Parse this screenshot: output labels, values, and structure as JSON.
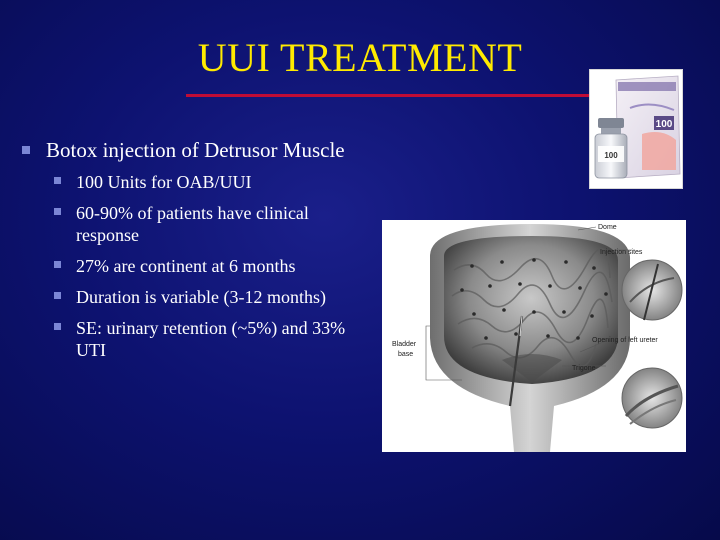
{
  "slide": {
    "title": "UUI TREATMENT",
    "colors": {
      "title": "#ffea00",
      "rule": "#c00c36",
      "text": "#ffffff",
      "bullet": "#7b86d6"
    }
  },
  "bullets": {
    "main": "Botox injection of Detrusor Muscle",
    "sub": [
      "100 Units for OAB/UUI",
      "60-90% of patients have clinical response",
      "27% are continent at 6 months",
      "Duration is variable (3-12 months)",
      "SE: urinary retention (~5%) and 33% UTI"
    ]
  },
  "product_photo": {
    "box_text": "100",
    "vial_text": "100"
  },
  "diagram": {
    "labels": {
      "dome": "Dome",
      "injection_sites": "Injection sites",
      "bladder": "Bladder",
      "base": "base",
      "opening": "Opening of left ureter",
      "trigone": "Trigone"
    }
  }
}
